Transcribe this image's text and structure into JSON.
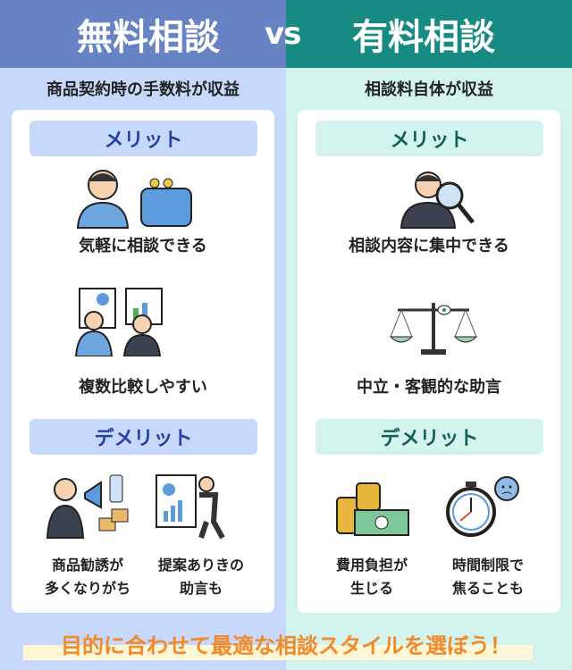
{
  "vs": "vs",
  "left": {
    "title": "無料相談",
    "subtitle": "商品契約時の手数料が収益",
    "merit_label": "メリット",
    "merits": [
      "気軽に相談できる",
      "複数比較しやすい"
    ],
    "demerit_label": "デメリット",
    "demerits": [
      [
        "商品勧誘が",
        "多くなりがち"
      ],
      [
        "提案ありきの",
        "助言も"
      ]
    ]
  },
  "right": {
    "title": "有料相談",
    "subtitle": "相談料自体が収益",
    "merit_label": "メリット",
    "merits": [
      "相談内容に集中できる",
      "中立・客観的な助言"
    ],
    "demerit_label": "デメリット",
    "demerits": [
      [
        "費用負担が",
        "生じる"
      ],
      [
        "時間制限で",
        "焦ることも"
      ]
    ]
  },
  "footer": "目的に合わせて最適な相談スタイルを選ぼう！",
  "colors": {
    "left_header": "#6783c3",
    "right_header": "#178b83",
    "accent": "#f08a2a"
  }
}
